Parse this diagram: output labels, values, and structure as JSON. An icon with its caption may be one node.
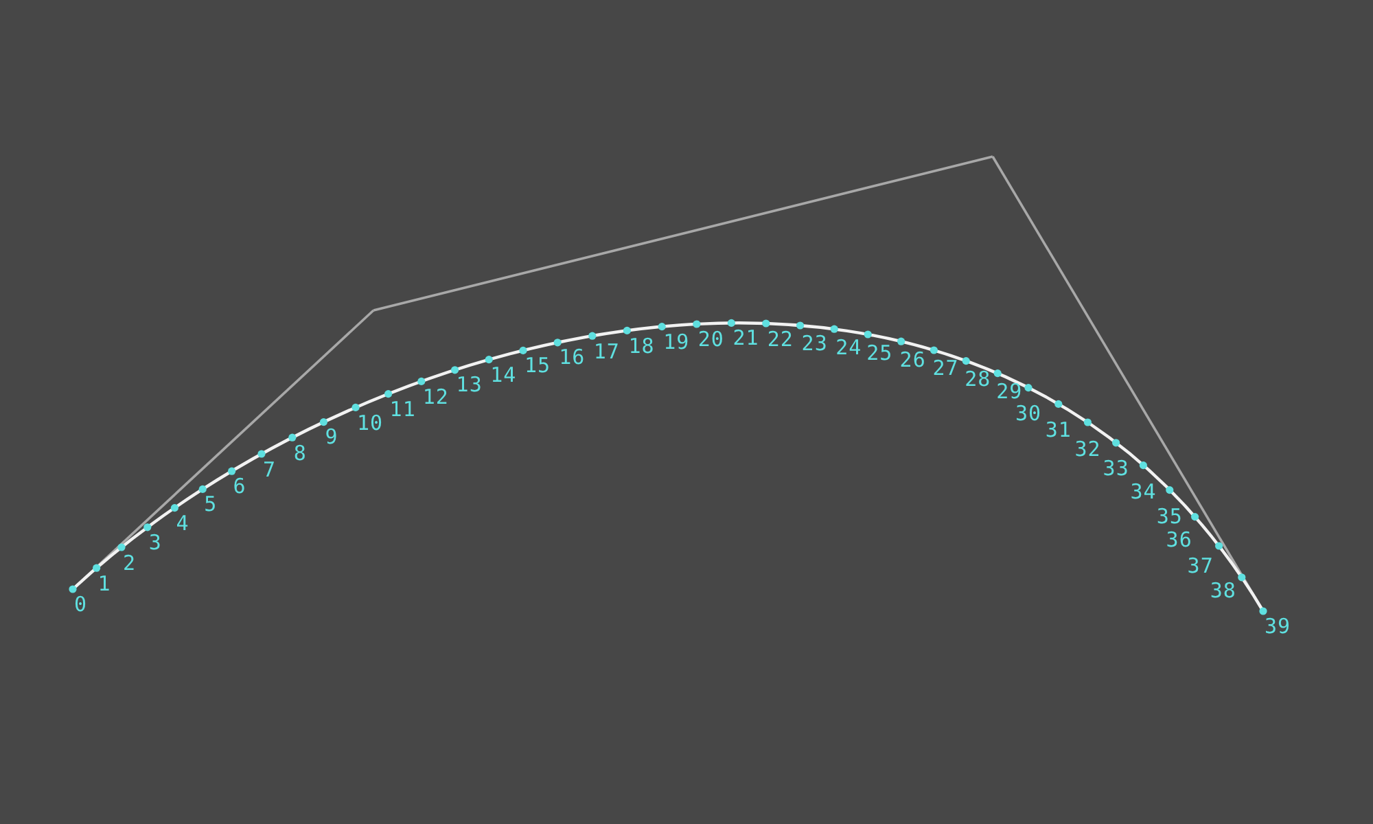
{
  "diagram": {
    "labels": [
      "0",
      "1",
      "2",
      "3",
      "4",
      "5",
      "6",
      "7",
      "8",
      "9",
      "10",
      "11",
      "12",
      "13",
      "14",
      "15",
      "16",
      "17",
      "18",
      "19",
      "20",
      "21",
      "22",
      "23",
      "24",
      "25",
      "26",
      "27",
      "28",
      "29",
      "30",
      "31",
      "32",
      "33",
      "34",
      "35",
      "36",
      "37",
      "38",
      "39"
    ]
  }
}
